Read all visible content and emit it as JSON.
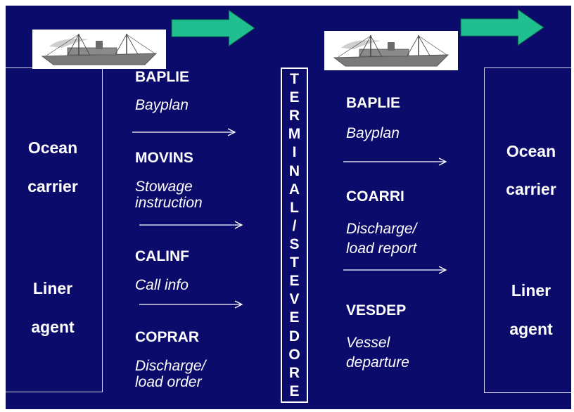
{
  "left_party": {
    "line1": "Ocean",
    "line2": "carrier",
    "line3": "Liner",
    "line4": "agent"
  },
  "right_party": {
    "line1": "Ocean",
    "line2": "carrier",
    "line3": "Liner",
    "line4": "agent"
  },
  "terminal_label": "TERMINAL/STEVEDORE",
  "left_messages": [
    {
      "code": "BAPLIE",
      "desc1": "Bayplan",
      "desc2": ""
    },
    {
      "code": "MOVINS",
      "desc1": "Stowage",
      "desc2": "instruction"
    },
    {
      "code": "CALINF",
      "desc1": "Call info",
      "desc2": ""
    },
    {
      "code": "COPRAR",
      "desc1": "Discharge/",
      "desc2": "load order"
    }
  ],
  "right_messages": [
    {
      "code": "BAPLIE",
      "desc1": "Bayplan",
      "desc2": ""
    },
    {
      "code": "COARRI",
      "desc1": "Discharge/",
      "desc2": "load report"
    },
    {
      "code": "VESDEP",
      "desc1": "Vessel",
      "desc2": "departure"
    }
  ],
  "colors": {
    "background": "#0b0b6b",
    "text": "#ffffff",
    "flow_arrow": "#1fbf8f"
  },
  "icons": [
    "ship-icon",
    "green-right-arrow-icon",
    "right-arrow-icon"
  ]
}
